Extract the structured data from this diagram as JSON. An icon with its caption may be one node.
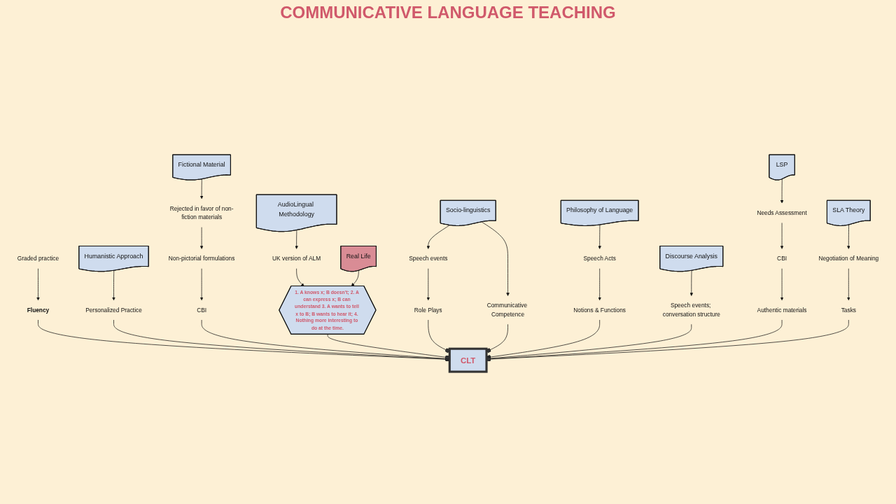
{
  "diagram": {
    "title": "COMMUNICATIVE LANGUAGE TEACHING",
    "nodes": [
      {
        "text": [
          "AudioLingual Methodology"
        ]
      },
      {
        "text": [
          "Humanistic Approach"
        ]
      },
      {
        "text": [
          "Fictional Material"
        ]
      },
      {
        "text": [
          "UK version of ALM"
        ]
      },
      {
        "text": [
          "Graded practice"
        ]
      },
      {
        "text": [
          "Personalized Practice"
        ]
      },
      {
        "text": [
          "Rejected in favor of non-fiction materials"
        ]
      },
      {
        "text": [
          "Fluency"
        ]
      },
      {
        "text": [
          "Non-pictorial formulations"
        ]
      },
      {
        "text": [
          "Real Life"
        ]
      },
      {
        "text": [
          "1. A knows x; B doesn't; 2. A can express x; B can understand 3. A wants to tell x to B; B wants to hear it; 4. Nothing more interesting to do at the time."
        ]
      },
      {
        "text": [
          "CBI"
        ]
      },
      {
        "text": [
          "CLT"
        ]
      },
      {
        "text": [
          "Role Plays"
        ]
      },
      {
        "text": [
          "Speech events"
        ]
      },
      {
        "text": [
          "Socio-linguistics"
        ]
      },
      {
        "text": [
          "Communicative Competence"
        ]
      },
      {
        "text": [
          "Authentic materials"
        ]
      },
      {
        "text": [
          "Notions & Functions"
        ]
      },
      {
        "text": [
          "Tasks"
        ]
      },
      {
        "text": [
          "CBI"
        ]
      },
      {
        "text": [
          "Speech Acts"
        ]
      },
      {
        "text": [
          "Speech events; conversation structure"
        ]
      },
      {
        "text": [
          "Negotiation of Meaning"
        ]
      },
      {
        "text": [
          "Needs Assessment"
        ]
      },
      {
        "text": [
          "Philosophy of Language"
        ]
      },
      {
        "text": [
          "Discourse Analysis"
        ]
      },
      {
        "text": [
          "LSP"
        ]
      },
      {
        "text": [
          "SLA Theory"
        ]
      }
    ],
    "edges": [
      {
        "from": 0,
        "to": 3,
        "arrow": "to"
      },
      {
        "from": 3,
        "to": 10,
        "arrow": "to"
      },
      {
        "from": 4,
        "to": 7,
        "arrow": "to"
      },
      {
        "from": 1,
        "to": 5,
        "arrow": "to"
      },
      {
        "from": 7,
        "to": 12,
        "arrow": "other"
      },
      {
        "from": 5,
        "to": 12,
        "arrow": "other"
      },
      {
        "from": 2,
        "to": 6,
        "arrow": "to"
      },
      {
        "from": 6,
        "to": 8,
        "arrow": "to"
      },
      {
        "from": 8,
        "to": 11,
        "arrow": "to"
      },
      {
        "from": 11,
        "to": 12,
        "arrow": "other"
      },
      {
        "from": 9,
        "to": 10,
        "arrow": "to"
      },
      {
        "from": 10,
        "to": 12,
        "arrow": "other"
      },
      {
        "from": 13,
        "to": 12,
        "arrow": "other"
      },
      {
        "from": 14,
        "to": 13,
        "arrow": "to"
      },
      {
        "from": 15,
        "to": 14,
        "arrow": "to"
      },
      {
        "from": 15,
        "to": 16,
        "arrow": "to"
      },
      {
        "from": 16,
        "to": 12,
        "arrow": "other"
      },
      {
        "from": 18,
        "to": 12,
        "arrow": "other"
      },
      {
        "from": 22,
        "to": 12,
        "arrow": "other"
      },
      {
        "from": 17,
        "to": 12,
        "arrow": "other"
      },
      {
        "from": 19,
        "to": 12,
        "arrow": "other"
      },
      {
        "from": 20,
        "to": 17,
        "arrow": "to"
      },
      {
        "from": 24,
        "to": 20,
        "arrow": "to"
      },
      {
        "from": 27,
        "to": 24,
        "arrow": "to"
      },
      {
        "from": 23,
        "to": 19,
        "arrow": "to"
      },
      {
        "from": 28,
        "to": 23,
        "arrow": "to"
      },
      {
        "from": 21,
        "to": 18,
        "arrow": "to"
      },
      {
        "from": 25,
        "to": 21,
        "arrow": "to"
      },
      {
        "from": 26,
        "to": 22,
        "arrow": "to"
      }
    ]
  }
}
